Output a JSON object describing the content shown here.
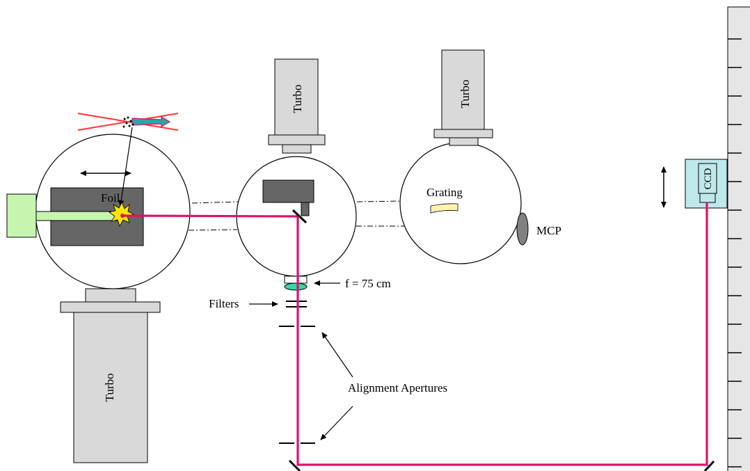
{
  "labels": {
    "turbo_bottom": "Turbo",
    "turbo_mid": "Turbo",
    "turbo_right": "Turbo",
    "foil": "Foil",
    "grating": "Grating",
    "mcp": "MCP",
    "ccd": "CCD",
    "lens": "f = 75 cm",
    "filters": "Filters",
    "apertures": "Alignment Apertures"
  },
  "colors": {
    "beam": "#e0116a",
    "vacuum_pump": "#d9d9d9",
    "target_block": "#666666",
    "ccd_housing": "#bfe8ea",
    "laser_source": "#c6f5b0",
    "grating": "#fff3b0",
    "lens": "#33d6a8"
  }
}
